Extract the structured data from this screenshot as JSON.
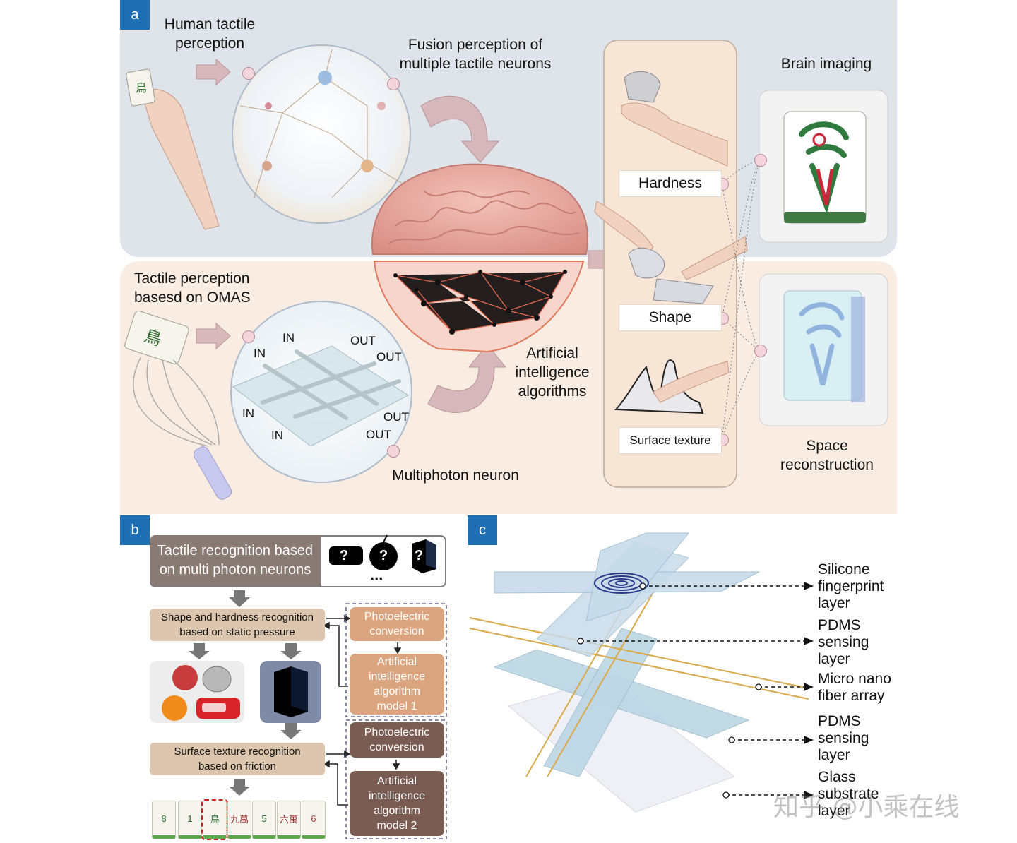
{
  "panel_a": {
    "letter": "a",
    "human_tactile": [
      "Human tactile",
      "perception"
    ],
    "fusion": [
      "Fusion perception of",
      "multiple tactile neurons"
    ],
    "brain_imaging": "Brain imaging",
    "omas": [
      "Tactile perception",
      "basesd on OMAS"
    ],
    "ai_algorithms": [
      "Artificial",
      "intelligence",
      "algorithms"
    ],
    "multiphoton": "Multiphoton neuron",
    "space_reconstruction": [
      "Space",
      "reconstruction"
    ],
    "properties": [
      "Hardness",
      "Shape",
      "Surface texture"
    ],
    "in_labels": [
      "IN",
      "IN",
      "IN",
      "IN"
    ],
    "out_labels": [
      "OUT",
      "OUT",
      "OUT",
      "OUT"
    ]
  },
  "panel_b": {
    "letter": "b",
    "title": [
      "Tactile recognition based",
      "on multi photon neurons"
    ],
    "ellipsis": "...",
    "question_marks": [
      "?",
      "?",
      "?"
    ],
    "shape_hardness": [
      "Shape and hardness recognition",
      "based on static pressure"
    ],
    "surface_texture": [
      "Surface texture recognition",
      "based on friction"
    ],
    "block1": {
      "conversion": [
        "Photoelectric",
        "conversion"
      ],
      "model": [
        "Artificial",
        "intelligence",
        "algorithm",
        "model 1"
      ]
    },
    "block2": {
      "conversion": [
        "Photoelectric",
        "conversion"
      ],
      "model": [
        "Artificial",
        "intelligence",
        "algorithm",
        "model 2"
      ]
    },
    "tiles": [
      "8",
      "1",
      "鳥",
      "九萬",
      "5",
      "六萬",
      "6"
    ]
  },
  "panel_c": {
    "letter": "c",
    "layers": [
      [
        "Silicone",
        "fingerprint",
        "layer"
      ],
      [
        "PDMS",
        "sensing",
        "layer"
      ],
      [
        "Micro nano",
        "fiber array"
      ],
      [
        "PDMS",
        "sensing",
        "layer"
      ],
      [
        "Glass",
        "substrate",
        "layer"
      ]
    ]
  },
  "watermark": "知乎 @小乘在线",
  "colors": {
    "panel_blue": "#1f6fb5",
    "top_bg": "#dfe3ea",
    "bottom_bg": "#f8ece3",
    "tan": "#d8c3ab",
    "dark_brown": "#7a5c52",
    "orange_tan": "#d9a47e"
  }
}
